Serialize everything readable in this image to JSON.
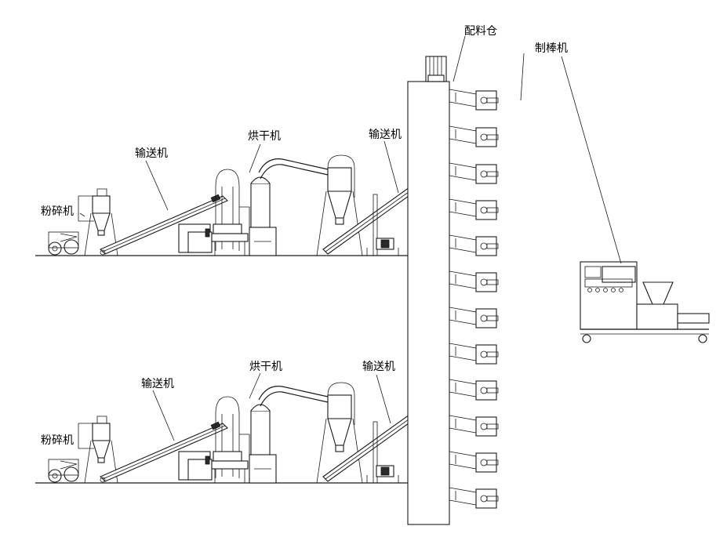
{
  "labels": {
    "batching_bin": "配料仓",
    "rod_machine": "制棒机",
    "crusher": "粉碎机",
    "conveyor": "输送机",
    "dryer": "烘干机"
  },
  "lines": [
    {
      "crusher": "粉碎机",
      "conveyor_1": "输送机",
      "dryer": "烘干机",
      "conveyor_2": "输送机"
    },
    {
      "crusher": "粉碎机",
      "conveyor_1": "输送机",
      "dryer": "烘干机",
      "conveyor_2": "输送机"
    }
  ],
  "rod_machine_count": 12
}
